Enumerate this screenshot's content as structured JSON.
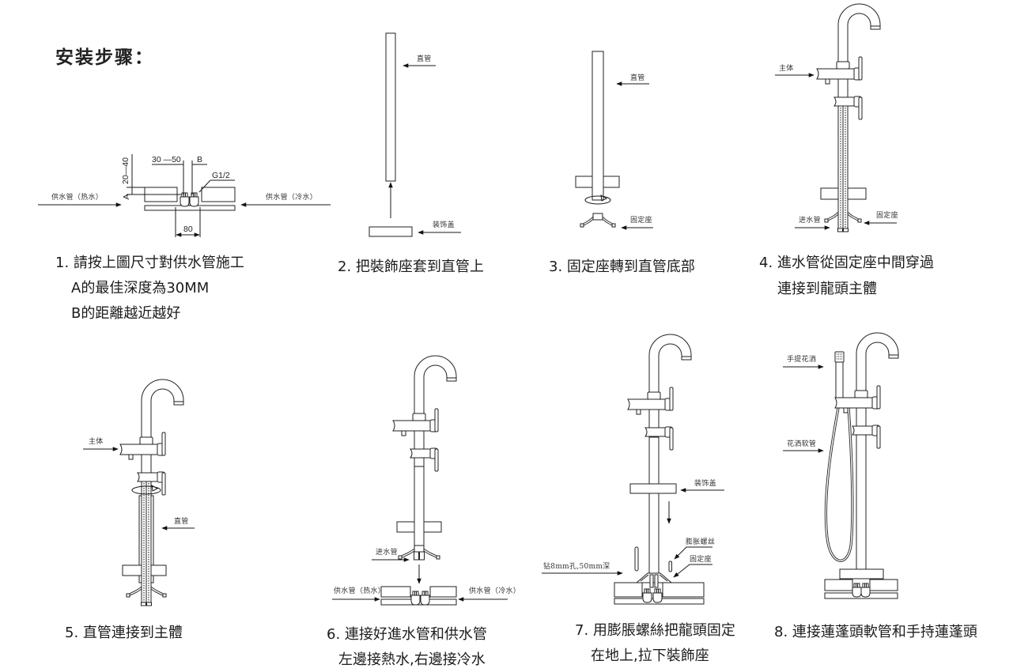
{
  "title": "安装步骤：",
  "steps": [
    {
      "caption": [
        "1. 請按上圖尺寸對供水管施工",
        "A的最佳深度為30MM",
        "B的距離越近越好"
      ],
      "labels": {
        "hot_supply": "供水管（热水）",
        "cold_supply": "供水管（冷水）",
        "depth_range": "20—40",
        "a": "A",
        "distance_range": "30 —50",
        "b": "B",
        "thread": "G1/2",
        "spacing": "80"
      }
    },
    {
      "caption": [
        "2. 把裝飾座套到直管上"
      ],
      "labels": {
        "straight_pipe": "直管",
        "decorative_cover": "装饰盖"
      }
    },
    {
      "caption": [
        "3. 固定座轉到直管底部"
      ],
      "labels": {
        "straight_pipe": "直管",
        "fixing_base": "固定座"
      }
    },
    {
      "caption": [
        "4. 進水管從固定座中間穿過",
        "連接到龍頭主體"
      ],
      "labels": {
        "main_body": "主体",
        "inlet_hose": "进水管",
        "fixing_base": "固定座"
      }
    },
    {
      "caption": [
        "5. 直管連接到主體"
      ],
      "labels": {
        "main_body": "主体",
        "straight_pipe": "直管"
      }
    },
    {
      "caption": [
        "6. 連接好進水管和供水管",
        "左邊接熱水,右邊接冷水"
      ],
      "labels": {
        "inlet_hose": "进水管",
        "hot_supply": "供水管（热水）",
        "cold_supply": "供水管（冷水）"
      }
    },
    {
      "caption": [
        "7. 用膨脹螺絲把龍頭固定",
        "在地上,拉下裝飾座"
      ],
      "labels": {
        "decorative_cover": "装饰盖",
        "expansion_screw": "膨胀螺丝",
        "fixing_base": "固定座",
        "drill_hole": "钻8mm孔,50mm深"
      }
    },
    {
      "caption": [
        "8. 連接蓮蓬頭軟管和手持蓮蓬頭"
      ],
      "labels": {
        "hand_shower": "手提花洒",
        "shower_hose": "花洒软管"
      }
    }
  ]
}
